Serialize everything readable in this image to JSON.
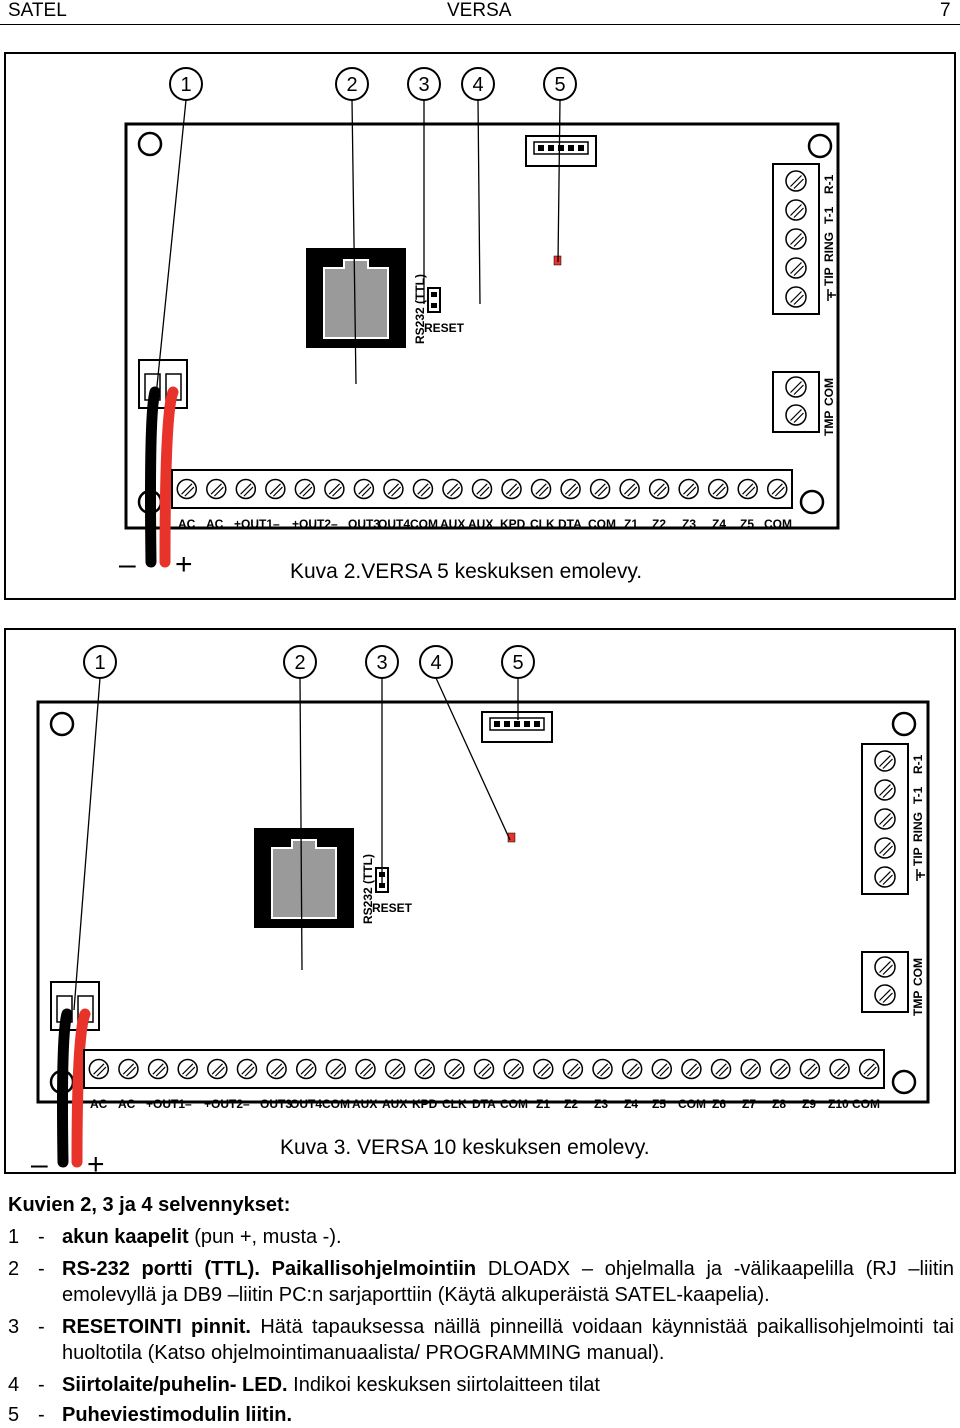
{
  "header": {
    "left": "SATEL",
    "center": "VERSA",
    "right": "7"
  },
  "fig2": {
    "caption": "Kuva 2.VERSA 5 keskuksen emolevy.",
    "callouts": [
      "1",
      "2",
      "3",
      "4",
      "5"
    ],
    "terminals": [
      "AC",
      "AC",
      "+OUT1–",
      "+OUT2–",
      "OUT3",
      "OUT4",
      "COM",
      "AUX",
      "AUX",
      "KPD",
      "CLK",
      "DTA",
      "COM",
      "Z1",
      "Z2",
      "Z3",
      "Z4",
      "Z5",
      "COM"
    ],
    "rs232_label": "RS232 (TTL)",
    "reset_label": "RESET",
    "phone_labels": [
      "TIP",
      "RING",
      "T-1",
      "R-1"
    ],
    "tamper_labels": [
      "TMP",
      "COM"
    ],
    "minus": "–",
    "plus": "+"
  },
  "fig3": {
    "caption": "Kuva 3. VERSA 10 keskuksen emolevy.",
    "callouts": [
      "1",
      "2",
      "3",
      "4",
      "5"
    ],
    "terminals": [
      "AC",
      "AC",
      "+OUT1–",
      "+OUT2–",
      "OUT3",
      "OUT4",
      "COM",
      "AUX",
      "AUX",
      "KPD",
      "CLK",
      "DTA",
      "COM",
      "Z1",
      "Z2",
      "Z3",
      "Z4",
      "Z5",
      "COM",
      "Z6",
      "Z7",
      "Z8",
      "Z9",
      "Z10",
      "COM"
    ],
    "rs232_label": "RS232 (TTL)",
    "reset_label": "RESET",
    "phone_labels": [
      "TIP",
      "RING",
      "T-1",
      "R-1"
    ],
    "tamper_labels": [
      "TMP",
      "COM"
    ],
    "minus": "–",
    "plus": "+"
  },
  "legend": {
    "heading": "Kuvien 2, 3 ja 4 selvennykset:",
    "items": [
      {
        "num": "1",
        "bold": "akun kaapelit",
        "rest": " (pun +, musta -)."
      },
      {
        "num": "2",
        "bold": "RS-232 portti (TTL). Paikallisohjelmointiin",
        "sc": " DLOADX",
        "rest": " – ohjelmalla ja -välikaapelilla (RJ –liitin emolevyllä ja DB9 –liitin PC:n sarjaporttiin (Käytä alkuperäistä SATEL-kaapelia)."
      },
      {
        "num": "3",
        "bold": "RESETOINTI pinnit.",
        "rest": " Hätä tapauksessa näillä pinneillä voidaan käynnistää paikallisohjelmointi tai huoltotila (Katso ohjelmointimanuaalista/ ",
        "sc2": "PROGRAMMING",
        "rest2": " manual)."
      },
      {
        "num": "4",
        "bold": "Siirtolaite/puhelin- LED.",
        "rest": " Indikoi keskuksen siirtolaitteen tilat"
      },
      {
        "num": "5",
        "bold": "Puheviestimodulin liitin.",
        "rest": ""
      }
    ]
  }
}
